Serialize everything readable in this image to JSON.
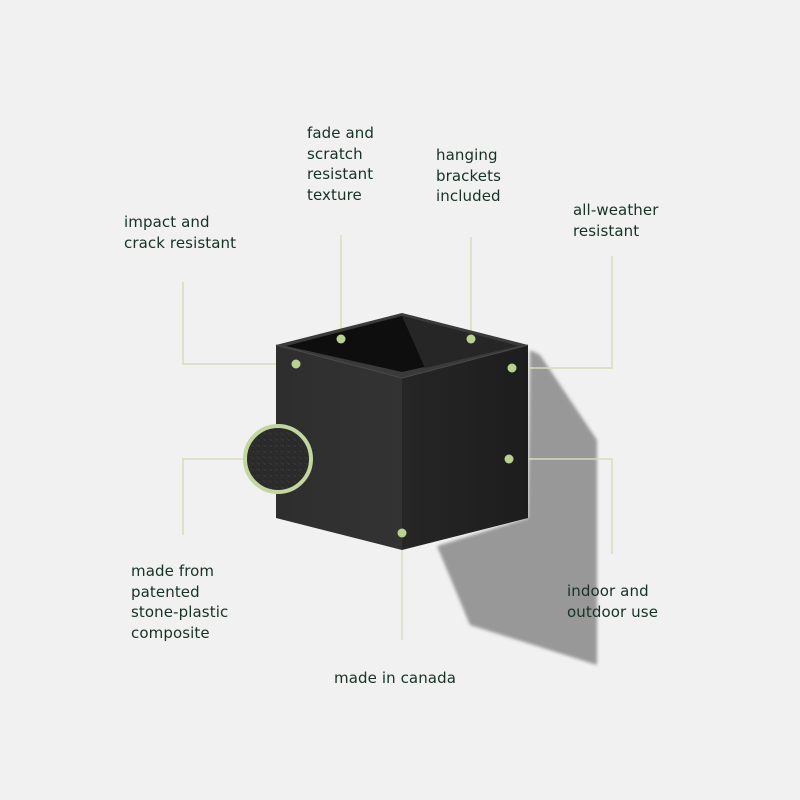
{
  "colors": {
    "background": "#f1f1f1",
    "text": "#163224",
    "callout_line": "#d8dcb8",
    "callout_dot": "#b9d28f",
    "planter": "#2b2b2b",
    "shadow": "#989898"
  },
  "product": "black cube planter",
  "callouts": [
    {
      "id": "fade",
      "text": "fade and\nscratch\nresistant\ntexture"
    },
    {
      "id": "brackets",
      "text": "hanging\nbrackets\nincluded"
    },
    {
      "id": "impact",
      "text": "impact and\ncrack resistant"
    },
    {
      "id": "weather",
      "text": "all-weather\nresistant"
    },
    {
      "id": "material",
      "text": "made from\npatented\nstone-plastic\ncomposite"
    },
    {
      "id": "indoor",
      "text": "indoor and\noutdoor use"
    },
    {
      "id": "canada",
      "text": "made in canada"
    }
  ]
}
